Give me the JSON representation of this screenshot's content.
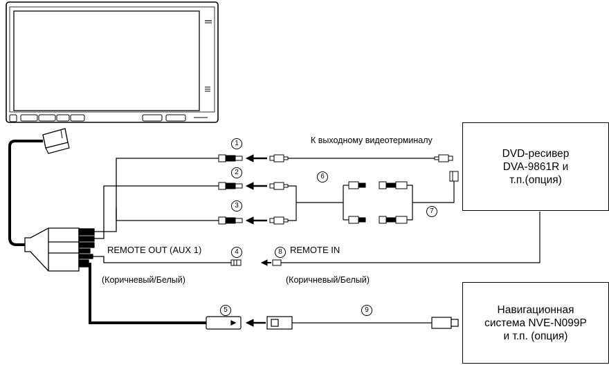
{
  "labels": {
    "video_out": "К выходному видеотерминалу",
    "remote_out": "REMOTE OUT (AUX 1)",
    "remote_in": "REMOTE IN",
    "brown_white_left": "(Коричневый/Белый)",
    "brown_white_right": "(Коричневый/Белый)"
  },
  "dvd_box": {
    "line1": "DVD-ресивер",
    "line2": "DVA-9861R и",
    "line3": "т.п.(опция)"
  },
  "nav_box": {
    "line1": "Навигационная",
    "line2": "система NVE-N099P",
    "line3": "и т.п. (опция)"
  },
  "markers": {
    "m1": "1",
    "m2": "2",
    "m3": "3",
    "m4": "4",
    "m5": "5",
    "m6": "6",
    "m7": "7",
    "m8": "8",
    "m9": "9"
  }
}
